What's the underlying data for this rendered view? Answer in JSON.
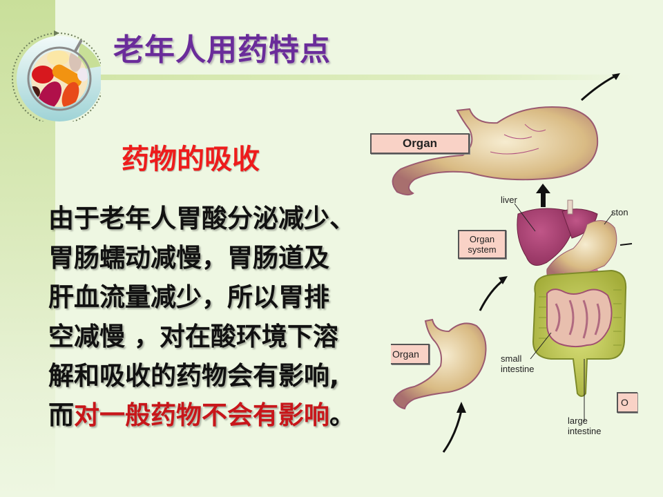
{
  "slide": {
    "title": "老年人用药特点",
    "subtitle": "药物的吸收",
    "body_lines": [
      "由于老年人胃酸分泌减少、",
      "胃肠蠕动减慢，胃肠道及",
      "肝血流量减少，所以胃排",
      "空减慢 ，对在酸环境下溶",
      "解和吸收的药物会有影响,"
    ],
    "last_line": {
      "prefix": "而",
      "highlight": "对一般药物不会有影响",
      "suffix": "。"
    },
    "colors": {
      "title": "#6a2c9a",
      "subtitle": "#ee1c1c",
      "highlight": "#c8161a",
      "background": "#eef7e2",
      "band": "#c9df9a"
    }
  },
  "figure": {
    "labels": {
      "organ_top": "Organ",
      "organ_system": [
        "Organ",
        "system"
      ],
      "organ_bottom": "Organ",
      "liver": "liver",
      "stomach_partial": "ston",
      "small_intestine": [
        "small",
        "intestine"
      ],
      "large_intestine": [
        "large",
        "intestine"
      ],
      "cut_box": "O"
    }
  }
}
